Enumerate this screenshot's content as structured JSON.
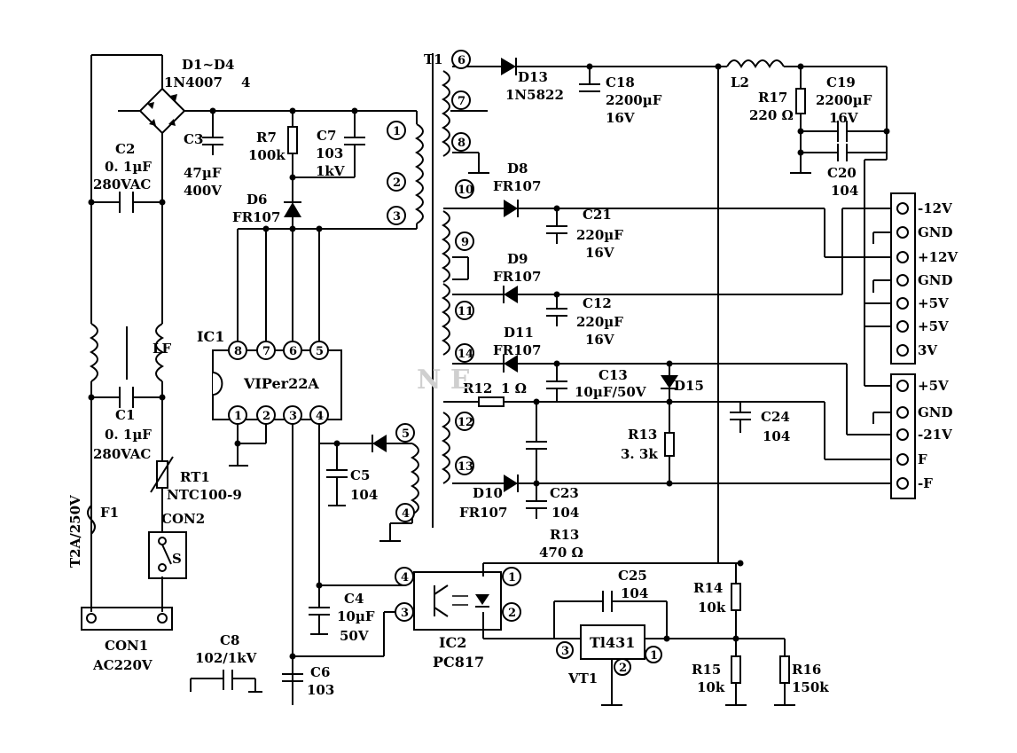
{
  "labels": {
    "d1d4": "D1~D4",
    "d1d4_part": "1N4007",
    "d1d4_count": "4",
    "c2": "C2",
    "c2_val": "0. 1µF",
    "c2_v": "280VAC",
    "c3": "C3",
    "c3_val": "47µF",
    "c3_v": "400V",
    "r7": "R7",
    "r7_val": "100k",
    "c7": "C7",
    "c7_val": "103",
    "c7_v": "1kV",
    "d6": "D6",
    "d6_part": "FR107",
    "t1": "T1",
    "d13": "D13",
    "d13_part": "1N5822",
    "c18": "C18",
    "c18_val": "2200µF",
    "c18_v": "16V",
    "l2": "L2",
    "r17": "R17",
    "r17_val": "220 Ω",
    "c19": "C19",
    "c19_val": "2200µF",
    "c19_v": "16V",
    "c20": "C20",
    "c20_val": "104",
    "d8": "D8",
    "d8_part": "FR107",
    "c21": "C21",
    "c21_val": "220µF",
    "c21_v": "16V",
    "d9": "D9",
    "d9_part": "FR107",
    "c12": "C12",
    "c12_val": "220µF",
    "c12_v": "16V",
    "d11": "D11",
    "d11_part": "FR107",
    "c13": "C13",
    "c13_val": "10µF/50V",
    "d15": "D15",
    "r12": "R12",
    "r12_val": "1 Ω",
    "c24": "C24",
    "c24_val": "104",
    "r13a": "R13",
    "r13a_val": "3. 3k",
    "d10": "D10",
    "d10_part": "FR107",
    "c23": "C23",
    "c23_val": "104",
    "ic1": "IC1",
    "ic1_part": "VIPer22A",
    "lf": "LF",
    "c1": "C1",
    "c1_val": "0. 1µF",
    "c1_v": "280VAC",
    "rt1": "RT1",
    "rt1_part": "NTC100-9",
    "con2": "CON2",
    "switch_s": "S",
    "f1": "F1",
    "f1_rating": "T2A/250V",
    "con1": "CON1",
    "con1_v": "AC220V",
    "c5": "C5",
    "c5_val": "104",
    "c4": "C4",
    "c4_val": "10µF",
    "c4_v": "50V",
    "c8": "C8",
    "c8_val": "102/1kV",
    "c6": "C6",
    "c6_val": "103",
    "ic2": "IC2",
    "ic2_part": "PC817",
    "r13b": "R13",
    "r13b_val": "470 Ω",
    "c25": "C25",
    "c25_val": "104",
    "tl431": "Tl431",
    "vt1": "VT1",
    "r14": "R14",
    "r14_val": "10k",
    "r15": "R15",
    "r15_val": "10k",
    "r16": "R16",
    "r16_val": "150k",
    "watermark": "N     E"
  },
  "connector1": [
    "-12V",
    "GND",
    "+12V",
    "GND",
    "+5V",
    "+5V",
    "3V"
  ],
  "connector2": [
    "+5V",
    "GND",
    "-21V",
    "F",
    "-F"
  ],
  "pins": {
    "t1": [
      "6",
      "7",
      "8",
      "1",
      "2",
      "3",
      "10",
      "9",
      "11",
      "14",
      "12",
      "13",
      "5",
      "4"
    ],
    "ic1_top": [
      "8",
      "7",
      "6",
      "5"
    ],
    "ic1_bot": [
      "1",
      "2",
      "3",
      "4"
    ],
    "ic2": [
      "4",
      "3",
      "1",
      "2"
    ],
    "tl431": [
      "3",
      "2",
      "1"
    ]
  }
}
